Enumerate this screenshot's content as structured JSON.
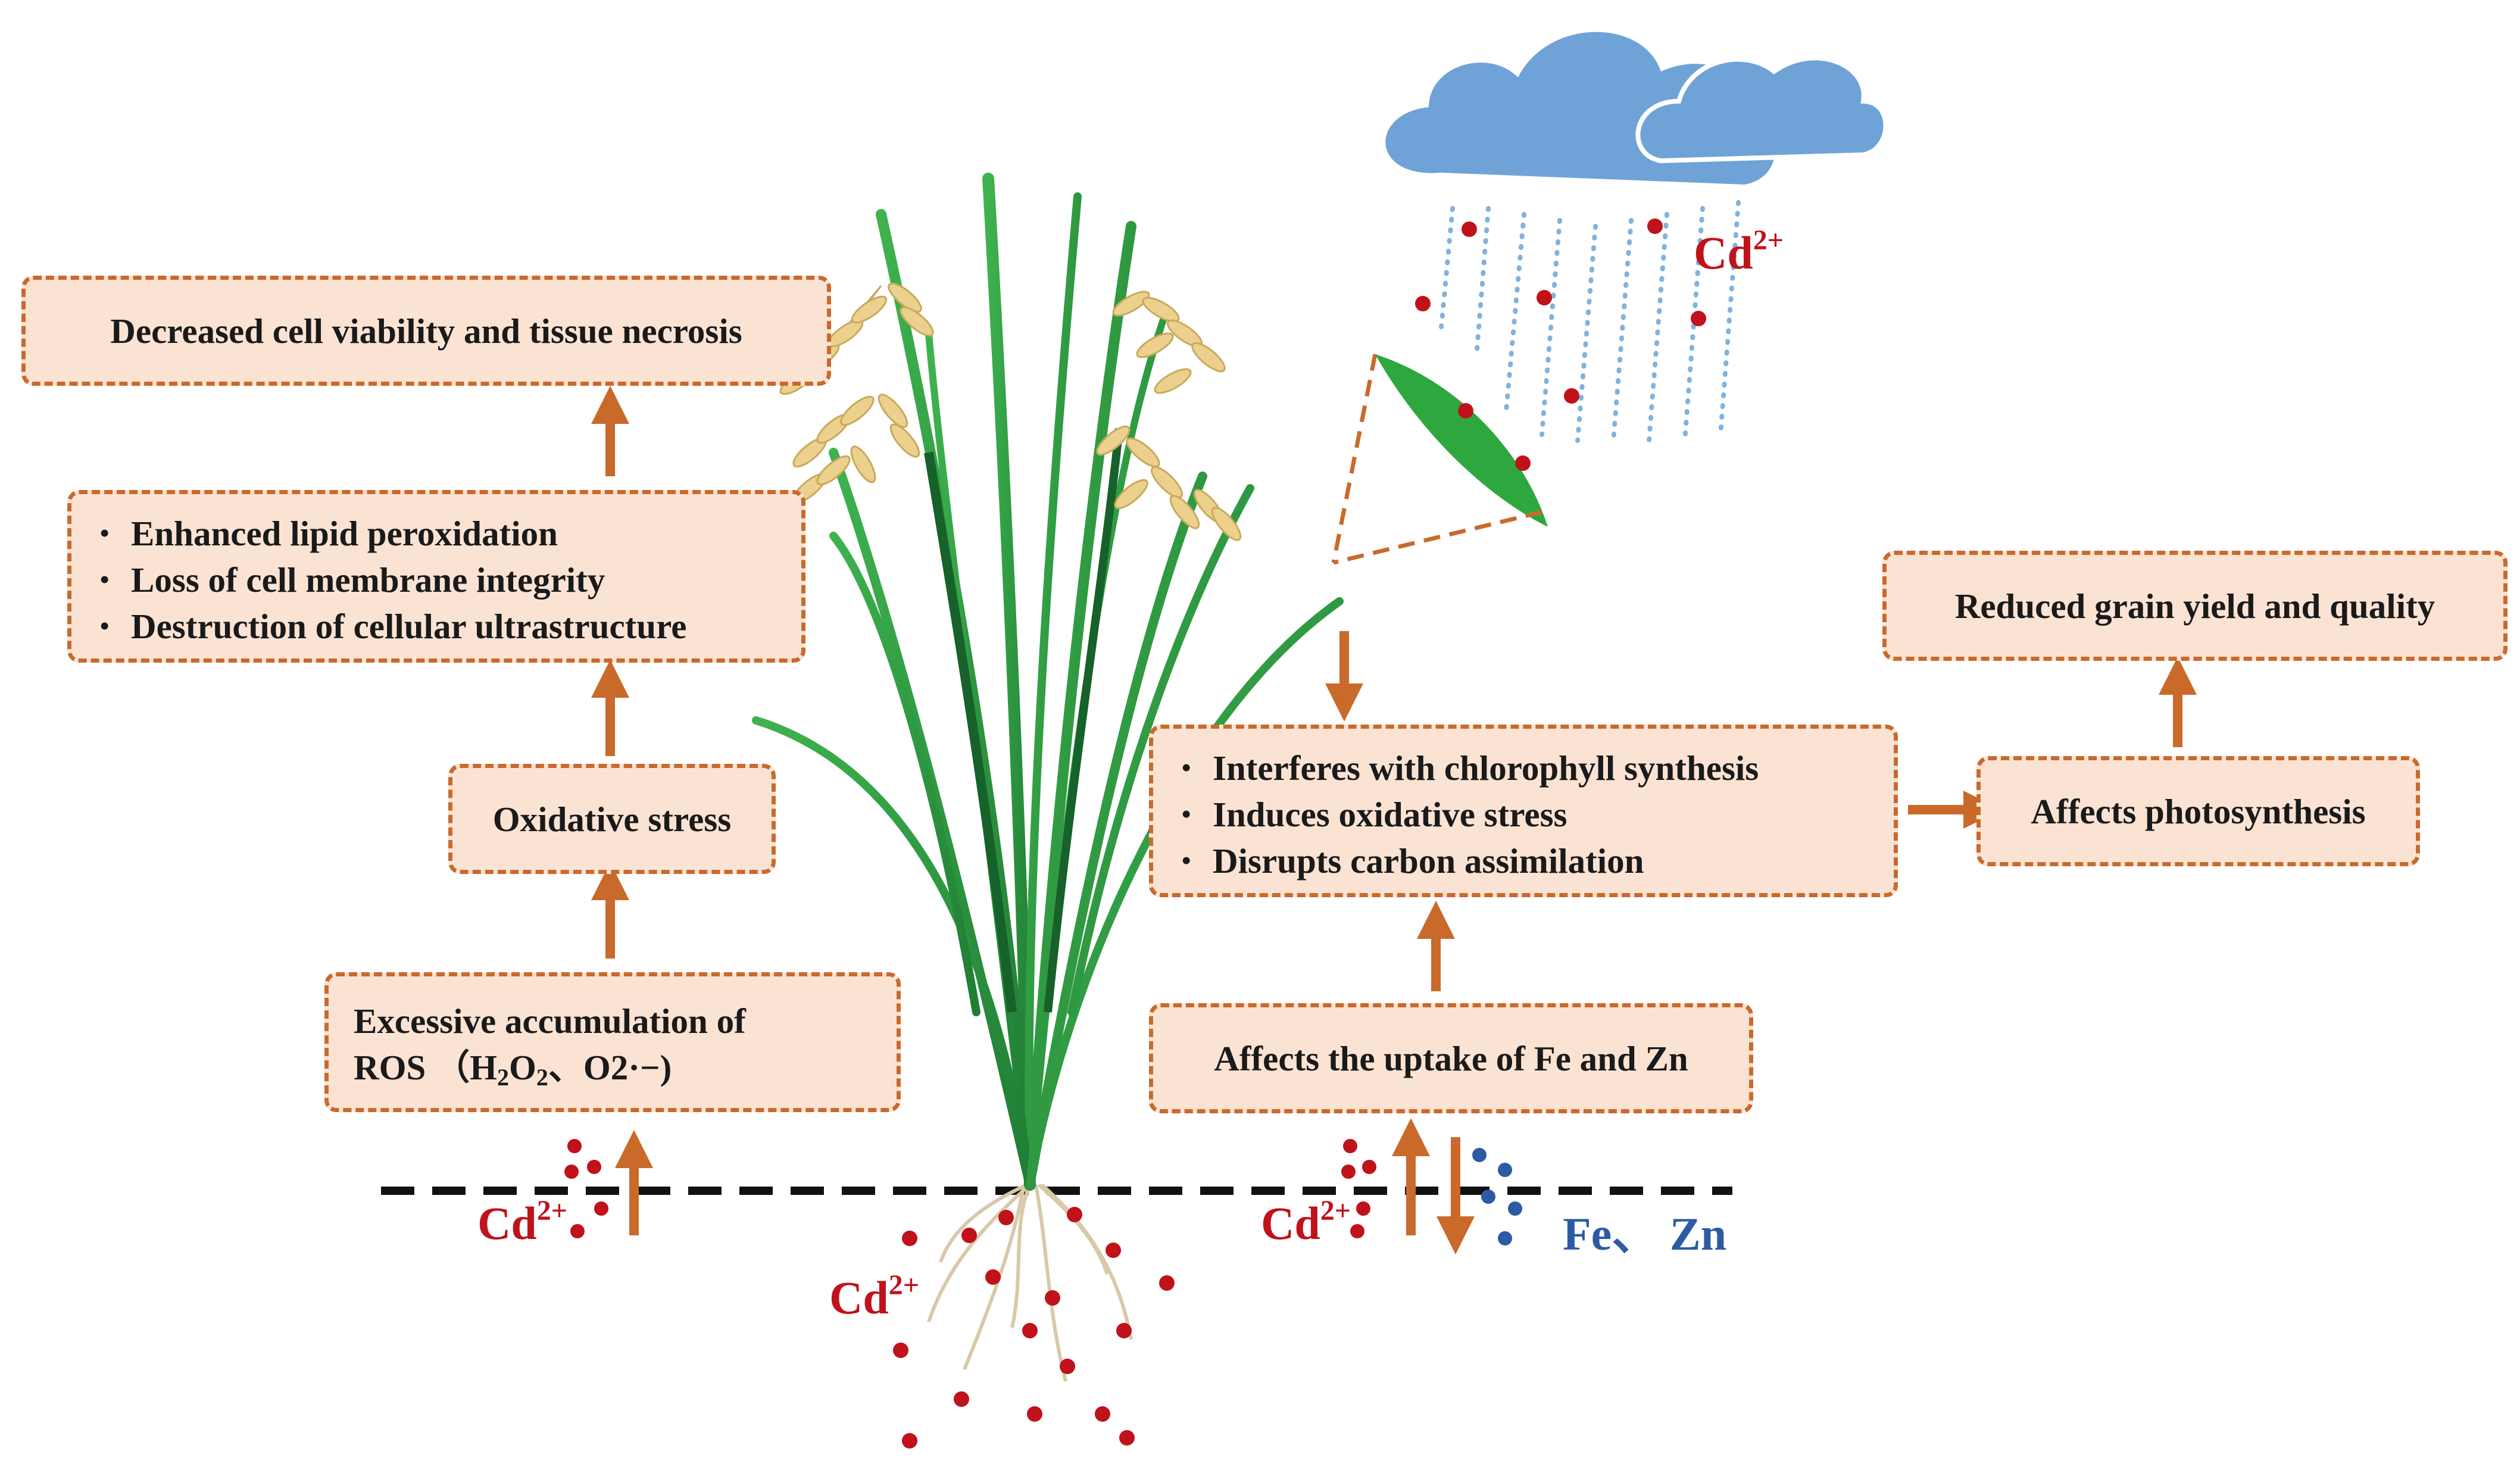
{
  "boxes": {
    "cell_death": "Decreased cell viability and tissue necrosis",
    "membrane_damage": [
      "Enhanced lipid peroxidation",
      "Loss of cell membrane integrity",
      "Destruction of cellular ultrastructure"
    ],
    "oxidative_stress": "Oxidative stress",
    "ros_line1": "Excessive accumulation of",
    "ros_line2_prefix": "ROS （H",
    "ros_sub_2a": "2",
    "ros_mid": "O",
    "ros_sub_2b": "2",
    "ros_suffix": "、O2·−)",
    "chlorophyll_effects": [
      "Interferes with chlorophyll synthesis",
      "Induces oxidative stress",
      "Disrupts carbon assimilation"
    ],
    "uptake": "Affects the uptake of Fe and Zn",
    "photosynthesis": "Affects photosynthesis",
    "yield": "Reduced grain yield and quality"
  },
  "labels": {
    "cd_base": "Cd",
    "cd_charge": "2+",
    "fe_zn": "Fe、 Zn"
  },
  "colors": {
    "box_fill": "#fbe3d4",
    "box_border": "#c96a2b",
    "arrow": "#c96a2b",
    "cadmium": "#c0121b",
    "iron_zinc": "#2c5ba3",
    "cloud": "#6fa3d8",
    "rain": "#7fb3e0",
    "leaf": "#2e9e3f",
    "grain": "#e8c878"
  }
}
